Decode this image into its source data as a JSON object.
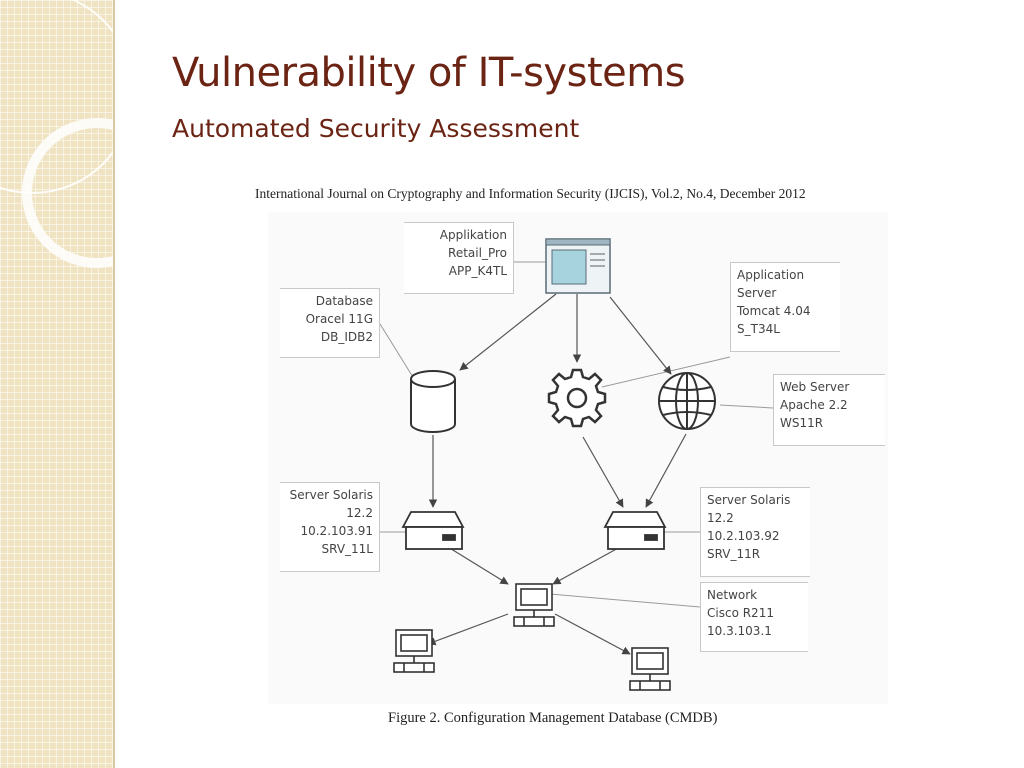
{
  "slide": {
    "title": "Vulnerability of IT-systems",
    "subtitle": "Automated Security Assessment"
  },
  "figure": {
    "journal_header": "International Journal on Cryptography and Information Security (IJCIS), Vol.2, No.4, December 2012",
    "caption": "Figure 2.  Configuration Management Database (CMDB)",
    "nodes": {
      "application": {
        "icon": "application-window-icon",
        "lines": [
          "Applikation",
          "Retail_Pro",
          "APP_K4TL"
        ]
      },
      "database": {
        "icon": "database-icon",
        "lines": [
          "Database",
          "Oracel 11G",
          "DB_IDB2"
        ]
      },
      "app_server": {
        "icon": "gear-icon",
        "lines": [
          "Application",
          "Server",
          "Tomcat 4.04",
          "S_T34L"
        ]
      },
      "web_server": {
        "icon": "globe-icon",
        "lines": [
          "Web Server",
          "Apache 2.2",
          "WS11R"
        ]
      },
      "server_left": {
        "icon": "server-icon",
        "lines": [
          "Server Solaris",
          "12.2",
          "10.2.103.91",
          "SRV_11L"
        ]
      },
      "server_right": {
        "icon": "server-icon",
        "lines": [
          "Server Solaris",
          "12.2",
          "10.2.103.92",
          "SRV_11R"
        ]
      },
      "network": {
        "icon": "network-computer-icon",
        "lines": [
          "Network",
          "Cisco R211",
          "10.3.103.1"
        ]
      },
      "client_left": {
        "icon": "client-computer-icon"
      },
      "client_right": {
        "icon": "client-computer-icon"
      }
    }
  },
  "colors": {
    "title": "#6b2414",
    "sidebar": "#efe3c2",
    "arrows": "#555555",
    "label_text": "#444444"
  }
}
